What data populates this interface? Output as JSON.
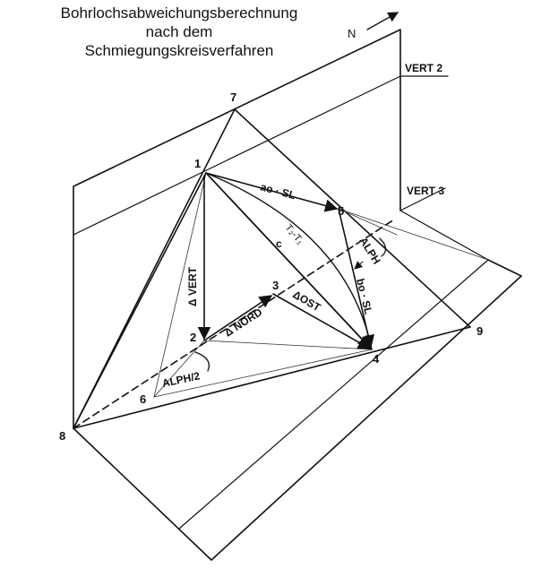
{
  "title_lines": [
    "Bohrlochsabweichungsberechnung",
    "nach dem",
    "Schmiegungskreisverfahren"
  ],
  "north_label": "N",
  "plane_labels": {
    "vert2": "VERT 2",
    "vert3": "VERT 3"
  },
  "point_labels": {
    "p1": "1",
    "p2": "2",
    "p3": "3",
    "p4": "4",
    "p5": "5",
    "p6": "6",
    "p7": "7",
    "p8": "8",
    "p9": "9"
  },
  "vector_labels": {
    "ao_sl": "ao · SL",
    "t2_t1": "T₂-T₁",
    "c": "c",
    "alph": "ALPH",
    "bo_sl": "bo · SL",
    "delta_ost": "ΔOST",
    "delta_vert": "Δ VERT",
    "delta_nord": "Δ NORD",
    "alph_half": "ALPH/2"
  },
  "colors": {
    "line": "#111111",
    "background": "#ffffff"
  }
}
